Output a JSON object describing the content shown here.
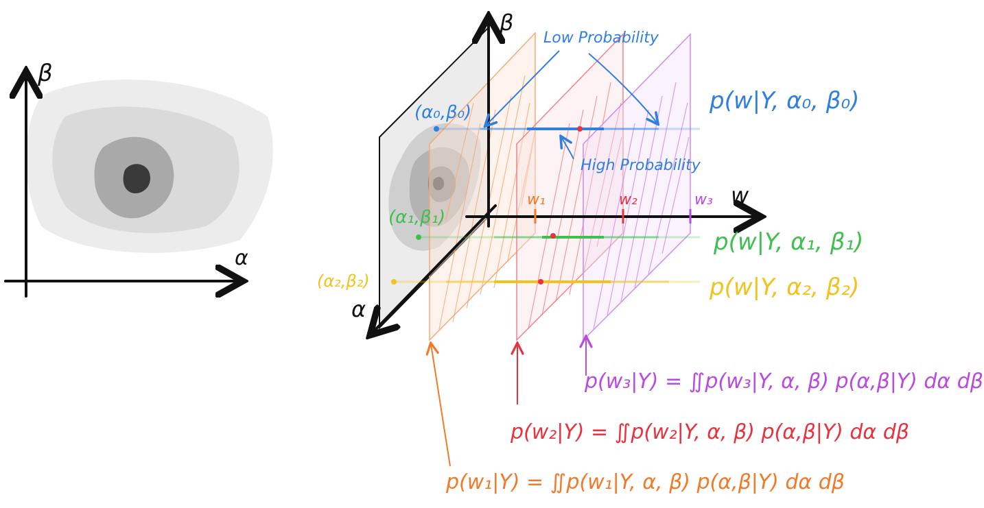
{
  "colors": {
    "ink": "#111111",
    "blue": "#2f7fe0",
    "green": "#3fbf4f",
    "yellow": "#f2c21d",
    "orange": "#f07a2a",
    "red": "#e8333f",
    "purple": "#b84ae0",
    "gray_light": "#e8e8e8",
    "gray_mid": "#c9c9c9",
    "gray_dark": "#9a9a9a",
    "gray_core": "#3a3a3a"
  },
  "left_plot": {
    "y_axis_label": "β",
    "x_axis_label": "α"
  },
  "axes3d": {
    "beta_label": "β",
    "w_label": "w",
    "alpha_label": "α"
  },
  "points": {
    "p0_label": "(α₀,β₀)",
    "p1_label": "(α₁,β₁)",
    "p2_label": "(α₂,β₂)"
  },
  "w_ticks": {
    "w1": "w₁",
    "w2": "w₂",
    "w3": "w₃"
  },
  "annotations": {
    "low_probability": "Low Probability",
    "high_probability": "High Probability"
  },
  "conditionals": {
    "blue": "p(w|Y, α₀, β₀)",
    "green": "p(w|Y, α₁, β₁)",
    "yellow": "p(w|Y, α₂, β₂)"
  },
  "marginals": {
    "w3": "p(w₃|Y) = ∬p(w₃|Y, α, β) p(α,β|Y) dα dβ",
    "w2": "p(w₂|Y) = ∬p(w₂|Y, α, β) p(α,β|Y) dα dβ",
    "w1": "p(w₁|Y) = ∬p(w₁|Y, α, β) p(α,β|Y) dα dβ"
  }
}
